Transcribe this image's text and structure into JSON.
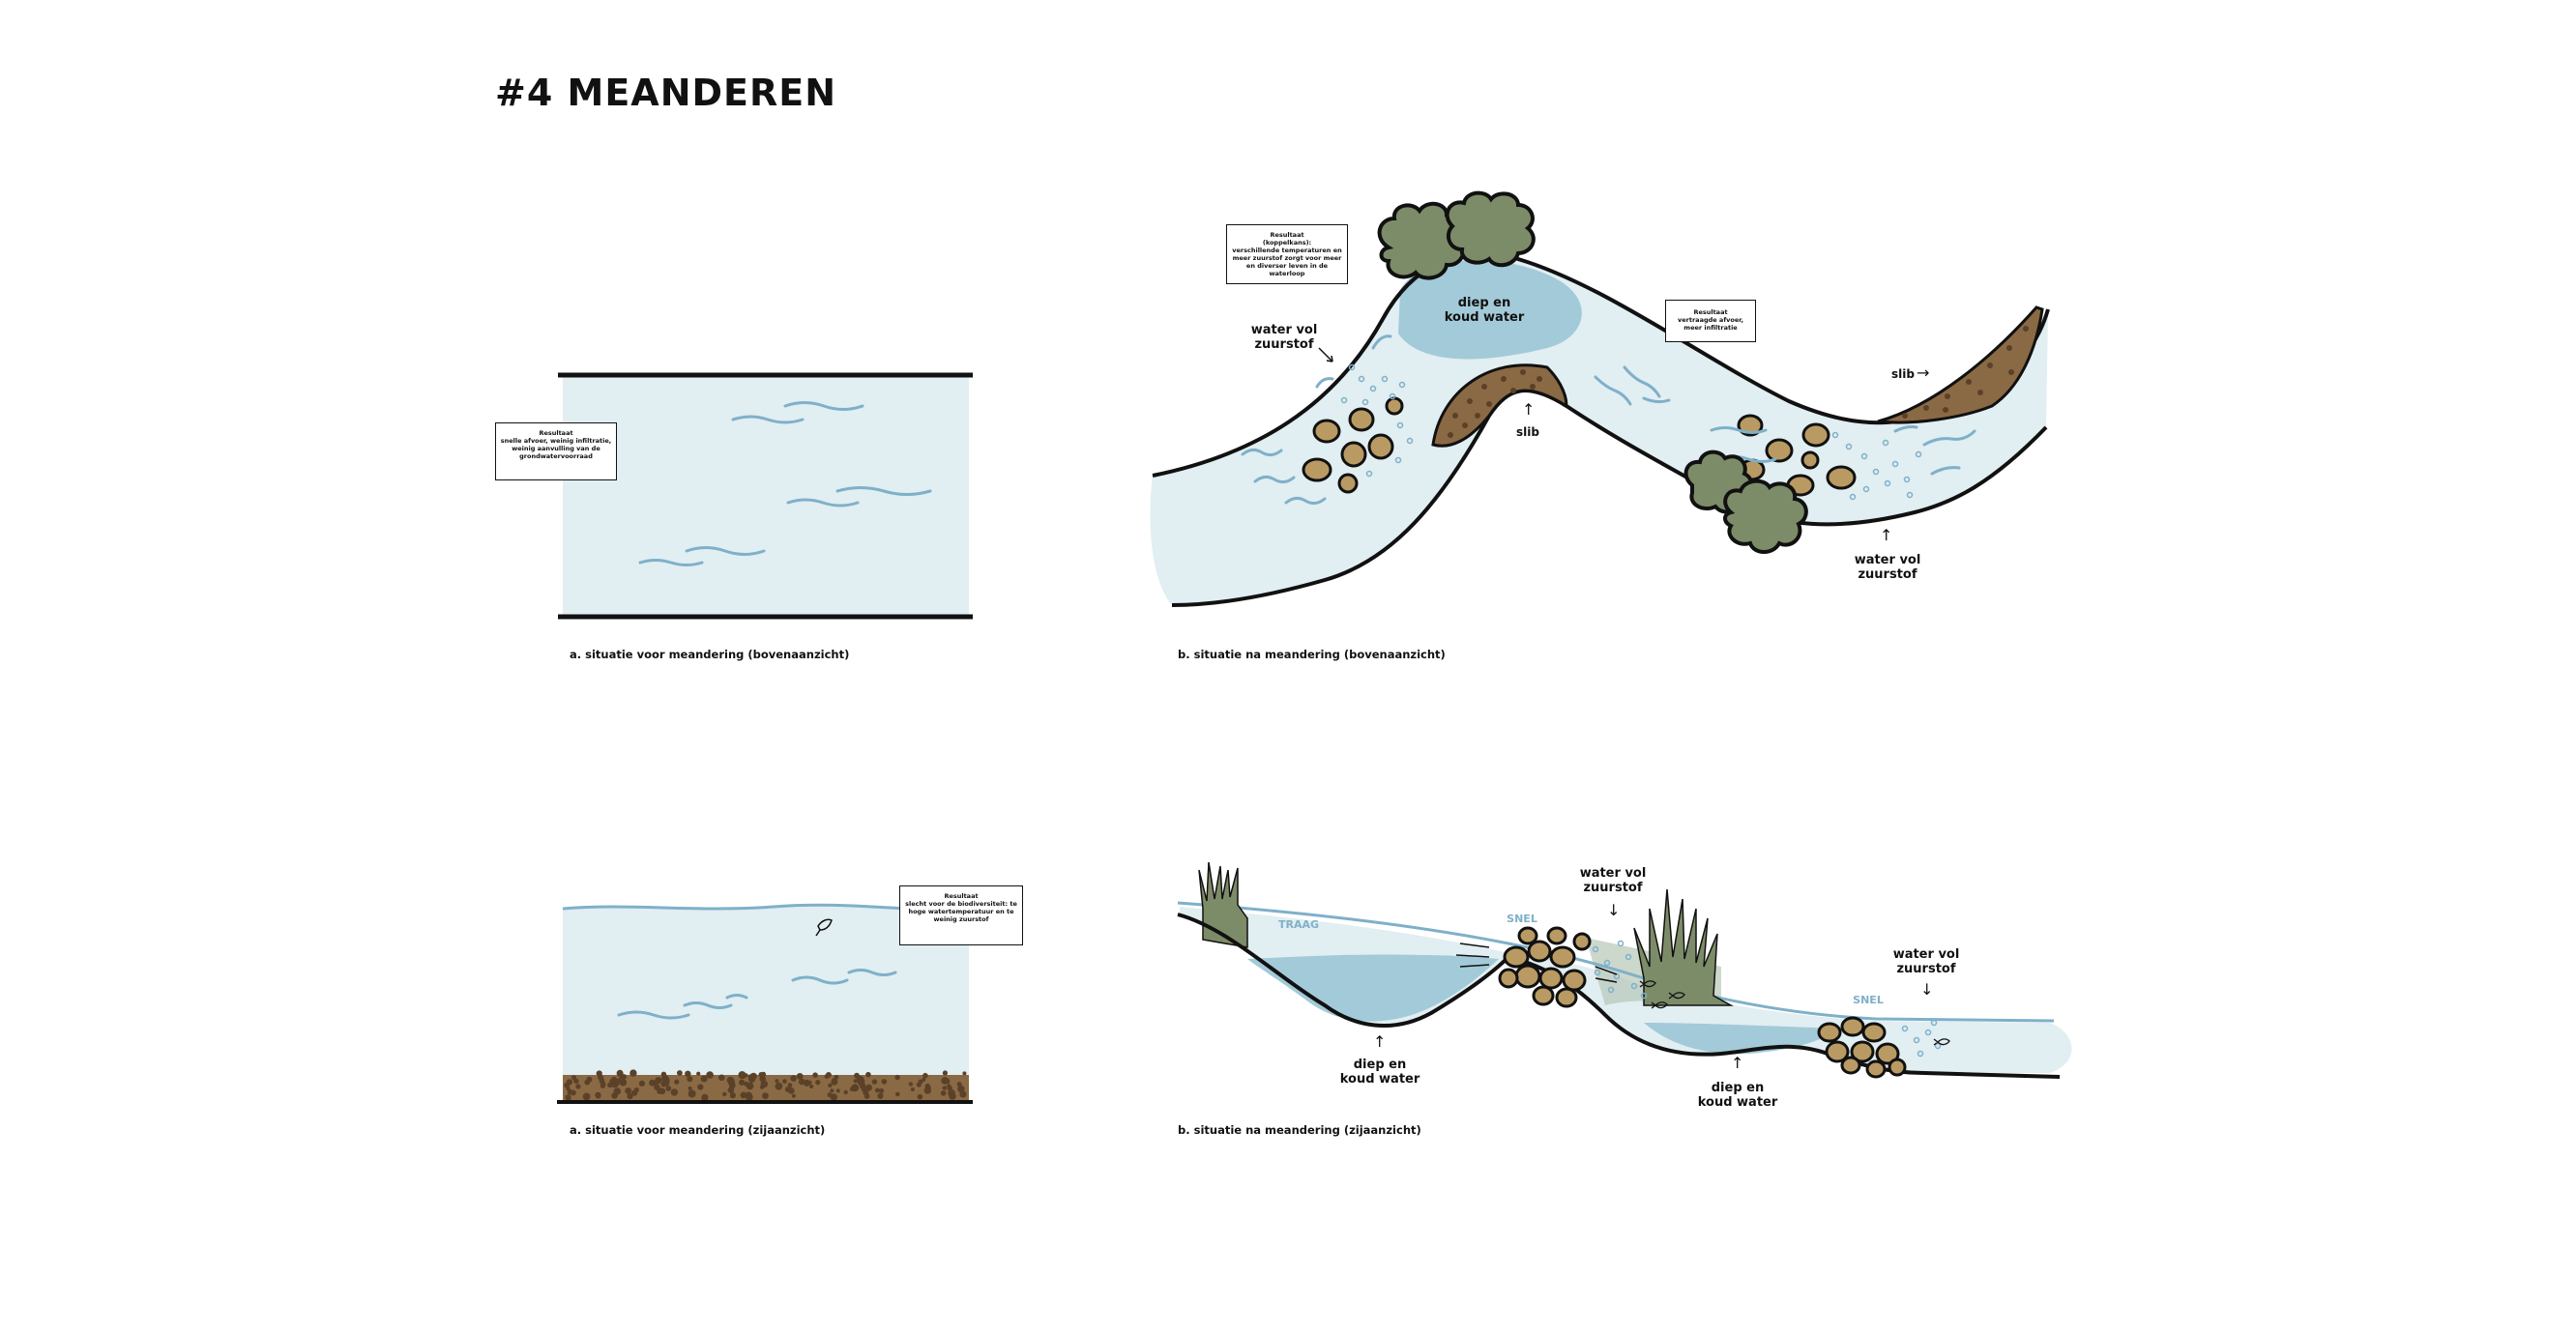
{
  "title": "#4 MEANDEREN",
  "panels": {
    "top_left": {
      "caption": "a. situatie voor meandering (bovenaanzicht)",
      "result": {
        "heading": "Resultaat",
        "text": "snelle afvoer, weinig infiltratie, weinig aanvulling van de grondwatervoorraad"
      }
    },
    "top_right": {
      "caption": "b. situatie na meandering (bovenaanzicht)",
      "result_1": {
        "heading": "Resultaat",
        "subheading": "(koppelkans):",
        "text": "verschillende temperaturen en meer zuurstof zorgt voor meer en diverser leven in de waterloop"
      },
      "result_2": {
        "heading": "Resultaat",
        "text": "vertraagde afvoer, meer infiltratie"
      },
      "labels": {
        "deep_cold": "diep en koud water",
        "oxygen_left": "water vol zuurstof",
        "silt_bottom": "slib",
        "silt_right": "slib",
        "oxygen_bottom": "water vol zuurstof"
      }
    },
    "bottom_left": {
      "caption": "a. situatie voor meandering (zijaanzicht)",
      "result": {
        "heading": "Resultaat",
        "text": "slecht voor de biodiversiteit: te hoge watertemperatuur en te weinig zuurstof"
      }
    },
    "bottom_right": {
      "caption": "b. situatie na meandering (zijaanzicht)",
      "labels": {
        "slow": "TRAAG",
        "fast_1": "SNEL",
        "fast_2": "SNEL",
        "oxygen_top": "water vol zuurstof",
        "oxygen_right": "water vol zuurstof",
        "deep_cold_1": "diep en koud water",
        "deep_cold_2": "diep en koud water"
      }
    }
  },
  "colors": {
    "water_light": "#e1eef2",
    "water_deep": "#a3cad8",
    "wave": "#7fb0c9",
    "stone": "#b99a63",
    "silt": "#8a6a44",
    "bush": "#7d8c68",
    "reed": "#7d8c68",
    "outline": "#111111"
  }
}
